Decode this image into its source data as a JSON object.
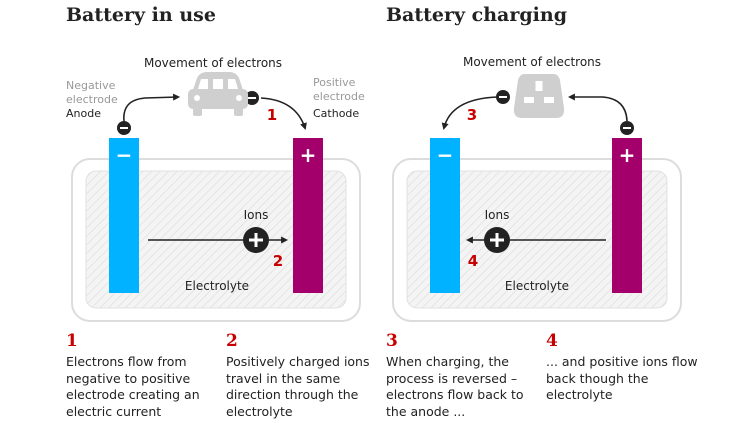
{
  "colors": {
    "negative": "#00b2ff",
    "positive": "#a3006c",
    "accent_red": "#c70000",
    "ion": "#222222",
    "device_grey": "#cfcfcf",
    "electrolyte_border": "#dcdcdc",
    "label_grey": "#999999"
  },
  "icons": {
    "use_device": "car-icon",
    "charging_device": "plug-icon",
    "electron": "minus-circle-icon",
    "ion": "plus-circle-icon"
  },
  "in_use": {
    "title": "Battery in use",
    "electron_label": "Movement of electrons",
    "negative_label": "Negative\nelectrode",
    "anode_label": "Anode",
    "positive_label": "Positive\nelectrode",
    "cathode_label": "Cathode",
    "ions_label": "Ions",
    "electrolyte_label": "Electrolyte",
    "marker_1": "1",
    "marker_2": "2"
  },
  "charging": {
    "title": "Battery charging",
    "electron_label": "Movement of electrons",
    "ions_label": "Ions",
    "electrolyte_label": "Electrolyte",
    "marker_3": "3",
    "marker_4": "4"
  },
  "electrode_signs": {
    "minus": "−",
    "plus": "+"
  },
  "notes": [
    {
      "num": "1",
      "text": "Electrons flow from negative to positive electrode creating an electric current"
    },
    {
      "num": "2",
      "text": "Positively charged ions travel in the same direction through the electrolyte"
    },
    {
      "num": "3",
      "text": "When charging, the process is reversed – electrons flow back to the anode ..."
    },
    {
      "num": "4",
      "text": "... and positive ions flow back though the electrolyte"
    }
  ]
}
